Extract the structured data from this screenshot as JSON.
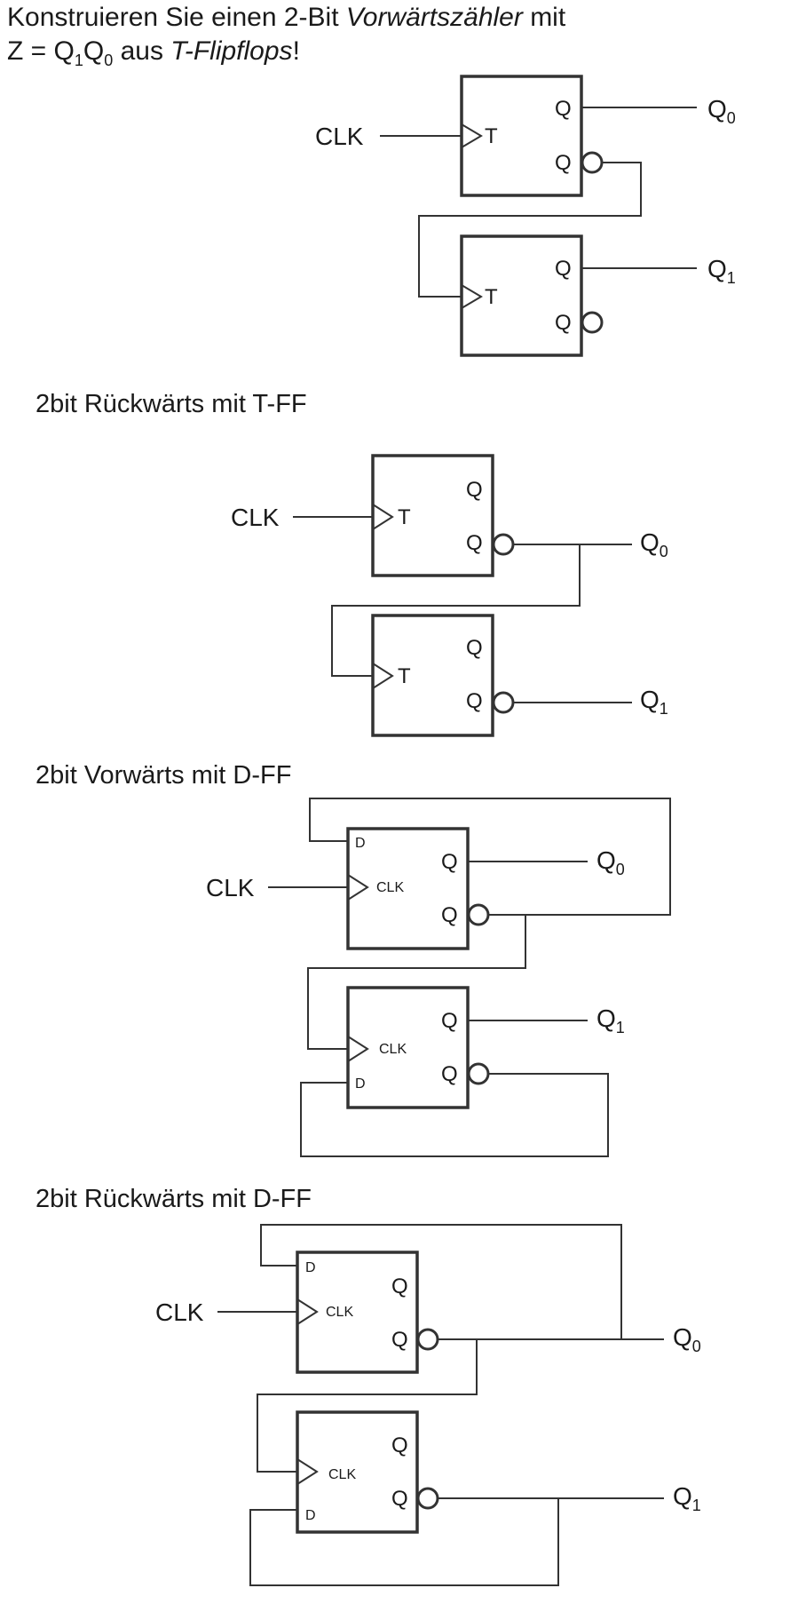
{
  "title": {
    "line1_a": "Konstruieren Sie einen 2-Bit ",
    "line1_b": "Vorwärtszähler",
    "line1_c": " mit",
    "line2_a": "Z = Q",
    "line2_sub1": "1",
    "line2_b": "Q",
    "line2_sub0": "0",
    "line2_c": " aus ",
    "line2_d": "T-Flipflops",
    "line2_e": "!"
  },
  "headings": {
    "t_down": "2bit Rückwärts mit T-FF",
    "d_up": "2bit Vorwärts mit D-FF",
    "d_down": "2bit Rückwärts mit D-FF"
  },
  "labels": {
    "clk": "CLK",
    "t_input": "T",
    "d_input": "D",
    "clk_input": "CLK",
    "q_output": "Q",
    "q_out_main": "Q",
    "sub_0": "0",
    "sub_1": "1"
  },
  "colors": {
    "line": "#333333",
    "text": "#1a1a1a",
    "background": "#ffffff"
  }
}
